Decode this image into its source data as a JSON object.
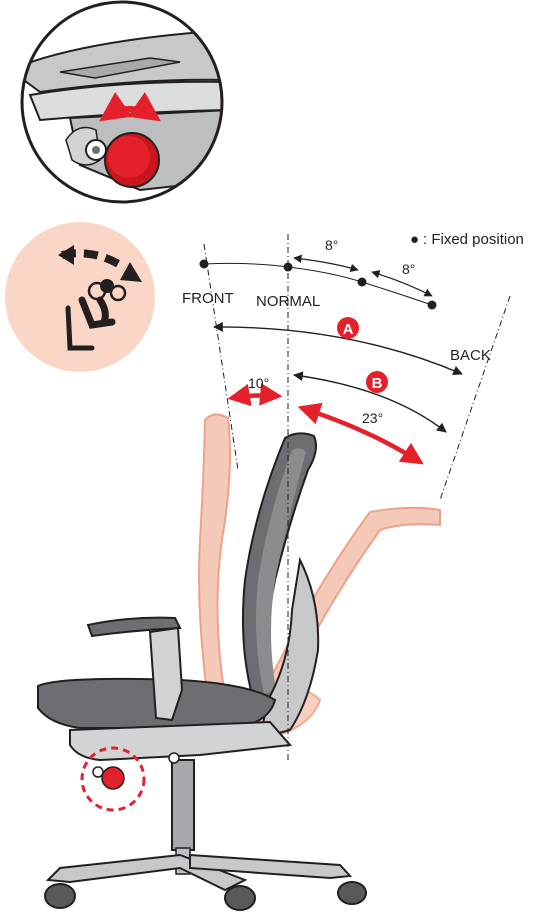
{
  "legend": {
    "bullet": "●",
    "text": ": Fixed position"
  },
  "positions": {
    "front": "FRONT",
    "normal": "NORMAL",
    "back": "BACK"
  },
  "angles": {
    "step_1": "8°",
    "step_2": "8°",
    "forward": "10°",
    "backward": "23°"
  },
  "ranges": {
    "a": "A",
    "b": "B"
  },
  "colors": {
    "accent_red": "#e4202a",
    "ghost_pink": "#f4c4b0",
    "ghost_stroke": "#e89a80",
    "icon_circle": "#f9d6c6",
    "chair_dark": "#6d6e71",
    "chair_mid": "#a7a9ac",
    "chair_light": "#d1d3d4"
  },
  "icons": [
    "knob-rotate-icon",
    "recline-person-icon"
  ]
}
